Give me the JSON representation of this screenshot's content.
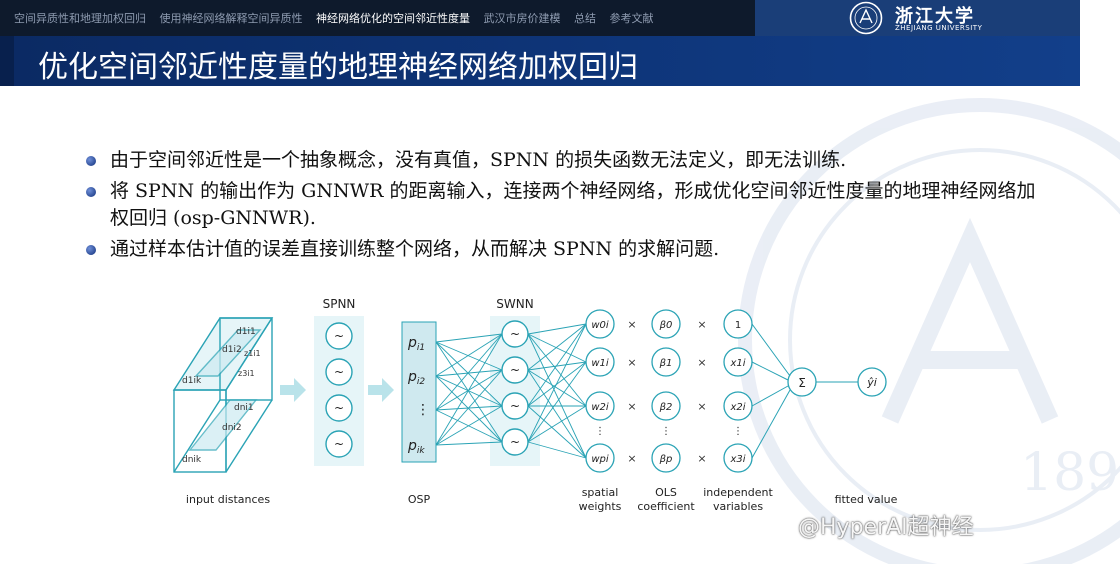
{
  "nav": {
    "sections": [
      {
        "label": "空间异质性和地理加权回归",
        "active": false
      },
      {
        "label": "使用神经网络解释空间异质性",
        "active": false
      },
      {
        "label": "神经网络优化的空间邻近性度量",
        "active": true
      },
      {
        "label": "武汉市房价建模",
        "active": false
      },
      {
        "label": "总结",
        "active": false
      },
      {
        "label": "参考文献",
        "active": false
      }
    ]
  },
  "logo": {
    "name_cn": "浙江大学",
    "name_en": "ZHEJIANG UNIVERSITY"
  },
  "slide": {
    "title": "优化空间邻近性度量的地理神经网络加权回归",
    "bullets": [
      "由于空间邻近性是一个抽象概念，没有真值，SPNN 的损失函数无法定义，即无法训练.",
      "将 SPNN 的输出作为 GNNWR 的距离输入，连接两个神经网络，形成优化空间邻近性度量的地理神经网络加权回归 (osp-GNNWR).",
      "通过样本估计值的误差直接训练整个网络，从而解决 SPNN 的求解问题."
    ]
  },
  "diagram": {
    "spnn_label": "SPNN",
    "swnn_label": "SWNN",
    "tilde": "~",
    "osp_cells": [
      "p",
      "p",
      "⋮",
      "p"
    ],
    "osp_subs": [
      "i1",
      "i2",
      "",
      "ik"
    ],
    "cube_labels": [
      "d1i1",
      "d1i2",
      "d1ik",
      "z1i1",
      "z3i1",
      "dni1",
      "dni2",
      "dnik"
    ],
    "weights": [
      "w0i",
      "w1i",
      "w2i",
      "⋮",
      "wpi"
    ],
    "coefficients": [
      "β0",
      "β1",
      "β2",
      "⋮",
      "βp"
    ],
    "variables": [
      "1",
      "x1i",
      "x2i",
      "⋮",
      "x3i"
    ],
    "times": "×",
    "sum": "Σ",
    "output": "ŷi",
    "captions": {
      "input": "input distances",
      "osp": "OSP",
      "weights": [
        "spatial",
        "weights"
      ],
      "ols": [
        "OLS",
        "coefficient"
      ],
      "indep": [
        "independent",
        "variables"
      ],
      "fitted": "fitted value"
    }
  },
  "watermark": "@HyperAI超神经",
  "seal_year": "189",
  "colors": {
    "nav_bg": "#0e1a2c",
    "title_bg": "#0e3579",
    "teal": "#2aa3b5",
    "accent": "#1a3e78"
  }
}
